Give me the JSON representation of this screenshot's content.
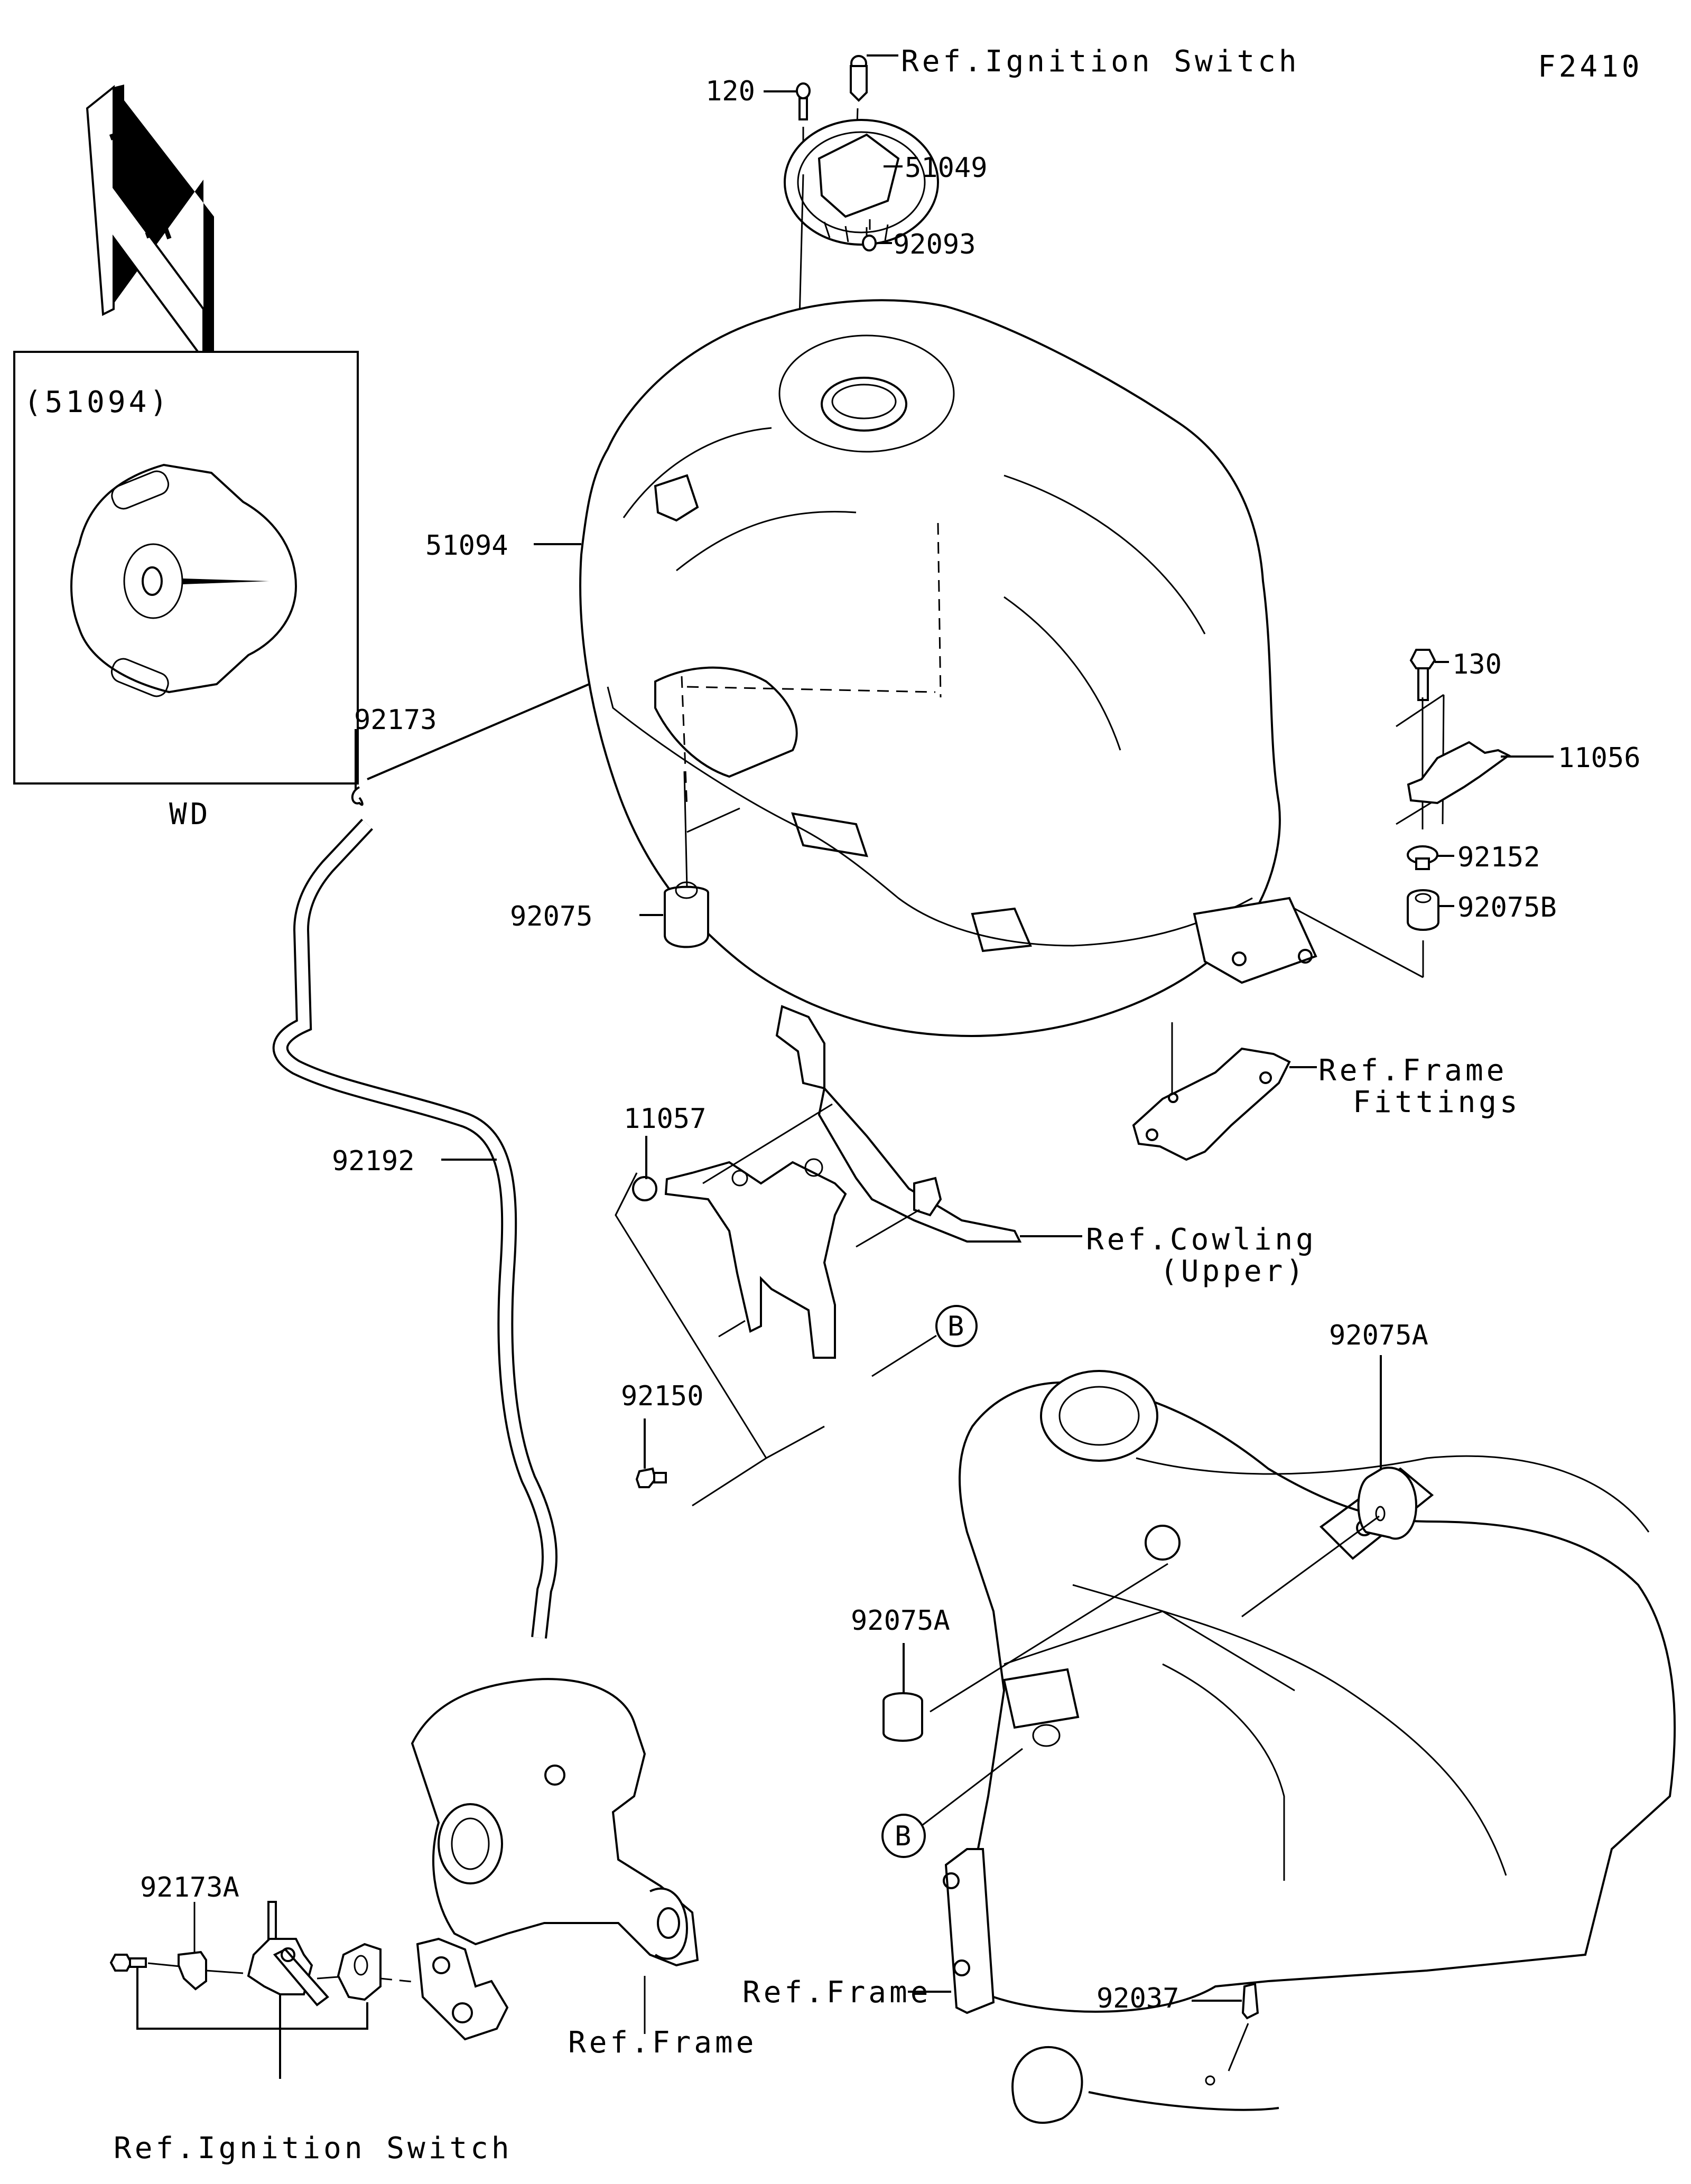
{
  "diagram": {
    "figure_code": "F2410",
    "orientation_arrow": {
      "label": "FRONT",
      "icon": "front-arrow-icon"
    },
    "inset": {
      "part_ref": "(51094)",
      "caption": "WD"
    },
    "callouts": {
      "ref_ignition_switch_top": "Ref.Ignition Switch",
      "p120": "120",
      "p51049": "51049",
      "p92093": "92093",
      "p51094": "51094",
      "p92173": "92173",
      "p92075": "92075",
      "p130": "130",
      "p11056": "11056",
      "p92152": "92152",
      "p92075B": "92075B",
      "ref_frame_fittings_1": "Ref.Frame",
      "ref_frame_fittings_2": "Fittings",
      "p11057": "11057",
      "ref_cowling_1": "Ref.Cowling",
      "ref_cowling_2": "(Upper)",
      "p92192": "92192",
      "marker_b_top": "B",
      "p92150": "92150",
      "p92075A_top": "92075A",
      "p92075A_mid": "92075A",
      "marker_b_bottom": "B",
      "p92173A": "92173A",
      "ref_frame_left": "Ref.Frame",
      "ref_frame_bottom": "Ref.Frame",
      "p92037": "92037",
      "ref_ignition_switch_bottom": "Ref.Ignition Switch"
    }
  }
}
